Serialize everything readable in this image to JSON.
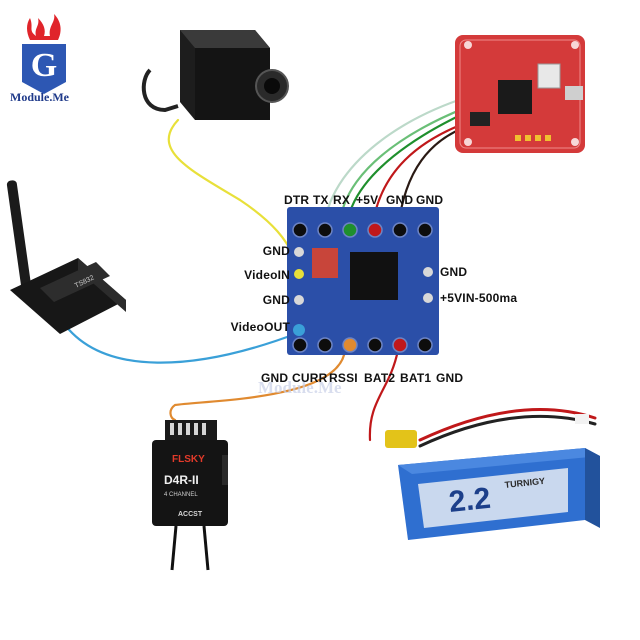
{
  "logo": {
    "brand_text": "Module.Me"
  },
  "watermark_text": "Module.Me",
  "osd_board": {
    "top_labels": [
      "DTR",
      "TX",
      "RX",
      "+5V",
      "GND",
      "GND"
    ],
    "left_labels": [
      "GND",
      "VideoIN",
      "GND",
      "VideoOUT"
    ],
    "right_labels": [
      "GND",
      "+5VIN-500ma"
    ],
    "bottom_labels": [
      "GND",
      "CURR",
      "RSSI",
      "BAT2",
      "BAT1",
      "GND"
    ]
  },
  "transmitter": {
    "model_text": "TS832"
  },
  "receiver": {
    "brand_text": "FLSKY",
    "model_text": "D4R-II",
    "sub_text": "4 CHANNEL",
    "tag_text": "ACCST"
  },
  "battery": {
    "capacity_text": "2.2",
    "brand_text": "TURNIGY"
  },
  "colors": {
    "wire_yellow": "#e8e03a",
    "wire_white": "#bcd9c9",
    "wire_green": "#1f8f2d",
    "wire_red": "#c0181a",
    "wire_black": "#2a1a14",
    "wire_blue": "#3aa0d8",
    "wire_orange": "#e08a30",
    "board_blue": "#2b4fa8",
    "flight_board_red": "#d43a3a",
    "battery_blue": "#2f6fd0"
  }
}
